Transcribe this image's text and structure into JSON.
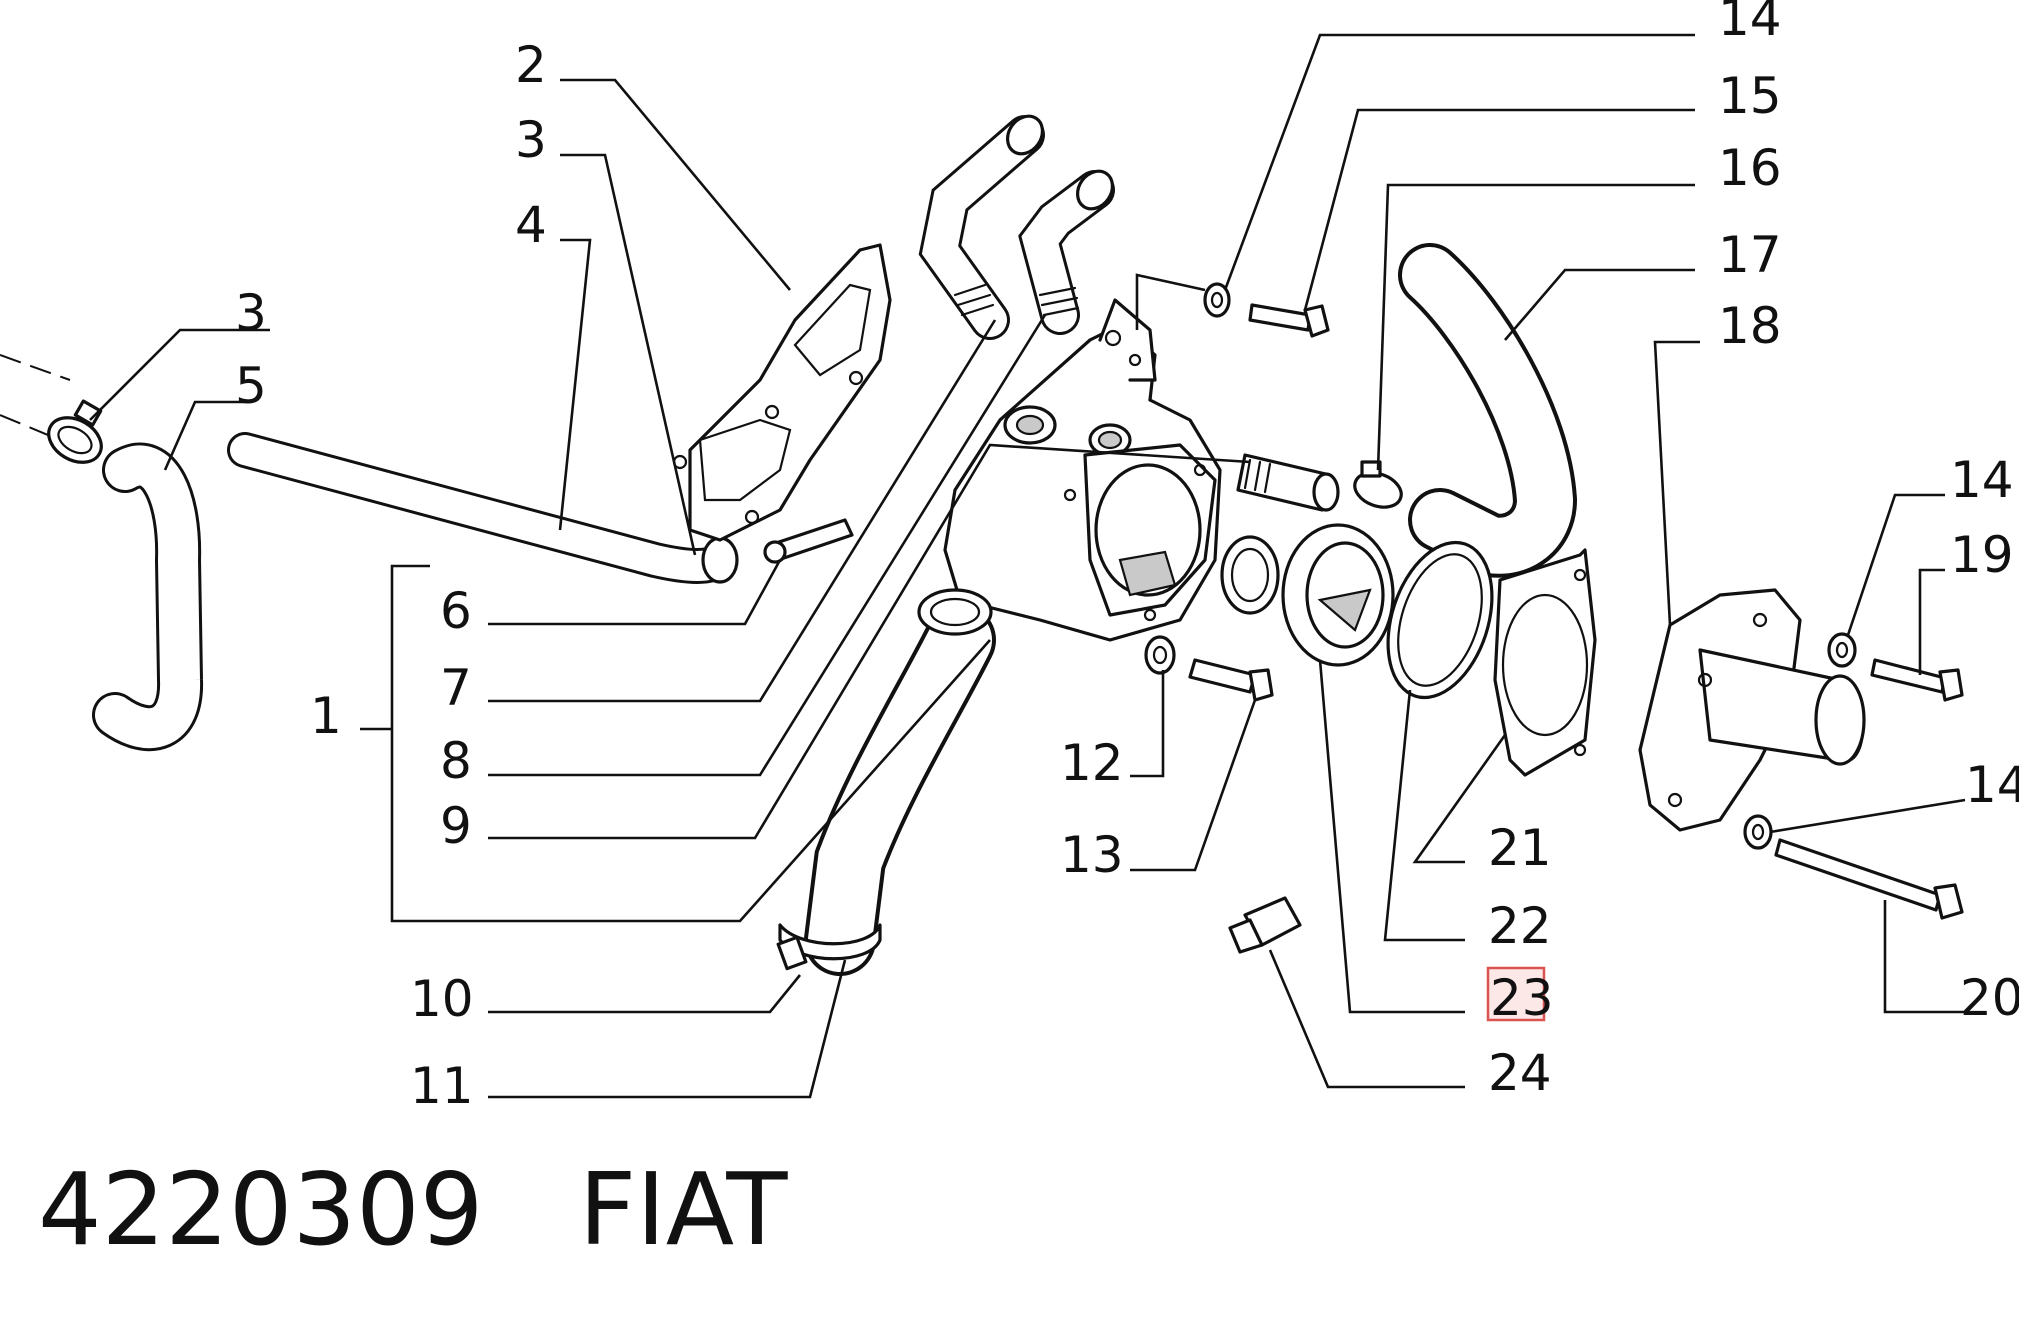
{
  "callouts": {
    "c1": "1",
    "c2": "2",
    "c3a": "3",
    "c3b": "3",
    "c4": "4",
    "c5": "5",
    "c6": "6",
    "c7": "7",
    "c8": "8",
    "c9": "9",
    "c10": "10",
    "c11": "11",
    "c12": "12",
    "c13": "13",
    "c14a": "14",
    "c14b": "14",
    "c14c": "14",
    "c15": "15",
    "c16": "16",
    "c17": "17",
    "c18": "18",
    "c19": "19",
    "c20": "20",
    "c21": "21",
    "c22": "22",
    "c23": "23",
    "c24": "24"
  },
  "highlight": {
    "callout": "23",
    "color": "#d9534f"
  },
  "caption": {
    "part_number": "4220309",
    "brand": "FIAT"
  }
}
